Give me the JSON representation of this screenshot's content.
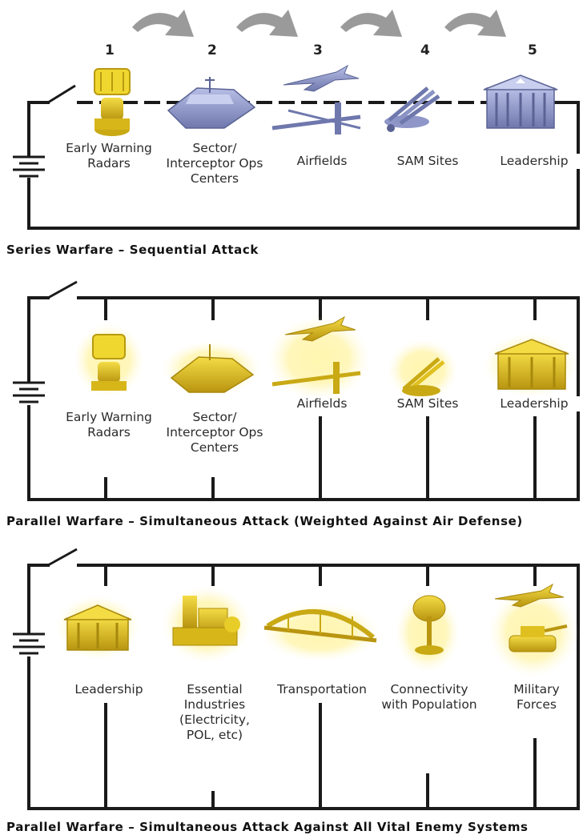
{
  "steps": [
    "1",
    "2",
    "3",
    "4",
    "5"
  ],
  "panel1": {
    "labels": [
      "Early Warning Radars",
      "Sector/ Interceptor Ops Centers",
      "Airfields",
      "SAM Sites",
      "Leadership"
    ],
    "caption": "Series Warfare – Sequential Attack"
  },
  "panel2": {
    "labels": [
      "Early Warning Radars",
      "Sector/ Interceptor Ops Centers",
      "Airfields",
      "SAM Sites",
      "Leadership"
    ],
    "caption": "Parallel Warfare – Simultaneous Attack (Weighted Against Air Defense)"
  },
  "panel3": {
    "labels": [
      "Leadership",
      "Essential Industries (Electricity, POL, etc)",
      "Transportation",
      "Connectivity with Population",
      "Military Forces"
    ],
    "caption": "Parallel Warfare – Simultaneous Attack Against All Vital Enemy Systems"
  },
  "colors": {
    "wire": "#1a1a1a",
    "arrow": "#9a9a9a",
    "unlit": "#8a93c4",
    "lit": "#e3c21a",
    "glow": "#fff3a0"
  },
  "icons": {
    "panel1": [
      "radar-icon",
      "ops-center-icon",
      "airfield-icon",
      "sam-site-icon",
      "leadership-building-icon"
    ],
    "panel3": [
      "leadership-building-icon",
      "industry-icon",
      "bridge-icon",
      "satellite-dish-icon",
      "military-forces-icon"
    ]
  }
}
